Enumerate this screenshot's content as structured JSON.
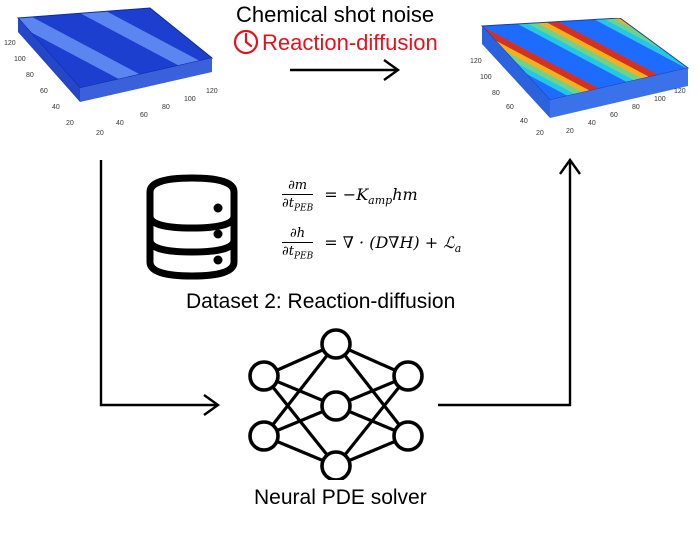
{
  "top_labels": {
    "line1": "Chemical shot noise",
    "line2": "Reaction-diffusion"
  },
  "dataset_label": "Dataset 2: Reaction-diffusion",
  "solver_label": "Neural PDE solver",
  "equations": {
    "eq1": {
      "num": "∂m",
      "den_base": "∂t",
      "den_sub": "PEB",
      "rhs_prefix": "= −K",
      "rhs_sub": "amp",
      "rhs_suffix": "hm"
    },
    "eq2": {
      "num": "∂h",
      "den_base": "∂t",
      "den_sub": "PEB",
      "rhs_prefix": "= ∇ · (D∇H) + ℒ",
      "rhs_sub": "a",
      "rhs_suffix": ""
    }
  },
  "left_plot_ticks": [
    "120",
    "100",
    "80",
    "60",
    "40",
    "20",
    "20",
    "40",
    "60",
    "80",
    "100",
    "120"
  ],
  "right_plot_ticks": [
    "120",
    "100",
    "80",
    "60",
    "40",
    "20",
    "20",
    "40",
    "60",
    "80",
    "100",
    "120"
  ],
  "colors": {
    "accent_red": "#e8111b",
    "plot_blue": "#1f4fd6",
    "line": "#000000"
  },
  "icons": [
    "clock-icon",
    "database-icon",
    "neural-network-icon"
  ]
}
